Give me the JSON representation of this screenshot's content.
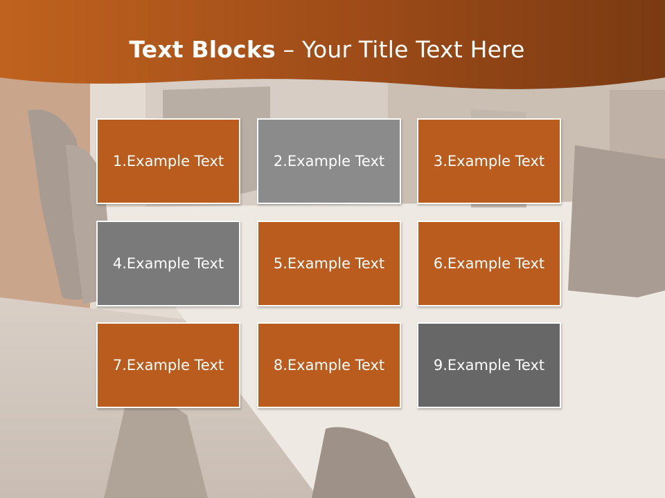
{
  "slide": {
    "title_bold": "Text Blocks",
    "title_dash": " – ",
    "title_rest": "Your Title Text Here"
  },
  "colors": {
    "header_orange": "#b5571b",
    "header_dark": "#7a3a12",
    "tile_orange": "#b95c1d",
    "tile_gray_light": "#8a8a8a",
    "tile_gray_mid": "#7a7a7a",
    "tile_gray_dark": "#676767"
  },
  "blocks": [
    {
      "label": "1.Example Text",
      "color": "#b95c1d"
    },
    {
      "label": "2.Example Text",
      "color": "#8b8b8b"
    },
    {
      "label": "3.Example Text",
      "color": "#b95c1d"
    },
    {
      "label": "4.Example Text",
      "color": "#7a7a7a"
    },
    {
      "label": "5.Example Text",
      "color": "#b95c1d"
    },
    {
      "label": "6.Example Text",
      "color": "#b95c1d"
    },
    {
      "label": "7.Example Text",
      "color": "#b95c1d"
    },
    {
      "label": "8.Example Text",
      "color": "#b95c1d"
    },
    {
      "label": "9.Example Text",
      "color": "#676767"
    }
  ]
}
